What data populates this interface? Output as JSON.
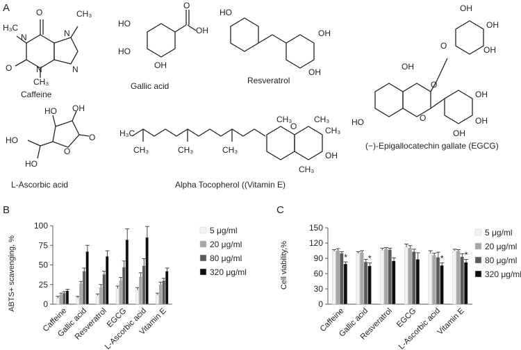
{
  "panels": {
    "a": "A",
    "b": "B",
    "c": "C"
  },
  "structures": {
    "caffeine": "Caffeine",
    "gallic": "Gallic acid",
    "resveratrol": "Resveratrol",
    "egcg": "(−)-Epigallocatechin gallate (EGCG)",
    "ascorbic": "L-Ascorbic acid",
    "tocopherol": "Alpha Tocopherol ((Vitamin E)"
  },
  "chart_data": [
    {
      "type": "bar",
      "ylabel": "ABTS+ scavenging, %",
      "ylim": [
        0,
        100
      ],
      "yticks": [
        0,
        25,
        50,
        75,
        100
      ],
      "categories": [
        "Caffeine",
        "Gallic acid",
        "Resveratrol",
        "EGCG",
        "L-Ascorbic acid",
        "Vitamin E"
      ],
      "series": [
        {
          "name": "5 μg/ml",
          "color": "#f2f2f2",
          "values": [
            8,
            8,
            11,
            20,
            18,
            12
          ],
          "errors": [
            2,
            2,
            2,
            3,
            3,
            2
          ]
        },
        {
          "name": "20 μg/ml",
          "color": "#a6a6a6",
          "values": [
            12,
            26,
            21,
            30,
            35,
            25
          ],
          "errors": [
            2,
            3,
            4,
            4,
            5,
            3
          ]
        },
        {
          "name": "80 μg/ml",
          "color": "#595959",
          "values": [
            14,
            42,
            38,
            47,
            49,
            30
          ],
          "errors": [
            2,
            4,
            4,
            8,
            9,
            3
          ]
        },
        {
          "name": "320 μg/ml",
          "color": "#0d0d0d",
          "values": [
            17,
            67,
            61,
            82,
            85,
            42
          ],
          "errors": [
            2,
            8,
            7,
            14,
            14,
            4
          ]
        }
      ]
    },
    {
      "type": "bar",
      "ylabel": "Cell viability,%",
      "ylim": [
        0,
        150
      ],
      "yticks": [
        0,
        30,
        60,
        90,
        120,
        150
      ],
      "categories": [
        "Caffeine",
        "Gallic acid",
        "Resveratrol",
        "EGCG",
        "L-Ascorbic acid",
        "Vitamin E"
      ],
      "series": [
        {
          "name": "5 μg/ml",
          "color": "#f2f2f2",
          "values": [
            104,
            100,
            106,
            112,
            100,
            105
          ],
          "errors": [
            3,
            3,
            4,
            6,
            5,
            3
          ]
        },
        {
          "name": "20 μg/ml",
          "color": "#a6a6a6",
          "values": [
            105,
            101,
            108,
            110,
            96,
            104
          ],
          "errors": [
            4,
            4,
            3,
            5,
            4,
            3
          ]
        },
        {
          "name": "80 μg/ml",
          "color": "#595959",
          "values": [
            100,
            83,
            107,
            103,
            92,
            93
          ],
          "errors": [
            3,
            5,
            3,
            5,
            10,
            6
          ]
        },
        {
          "name": "320 μg/ml",
          "color": "#0d0d0d",
          "values": [
            79,
            75,
            85,
            88,
            76,
            82
          ],
          "errors": [
            4,
            6,
            6,
            13,
            5,
            6
          ]
        }
      ],
      "significance": [
        "*",
        "*",
        "",
        "",
        "*",
        "*"
      ]
    }
  ]
}
